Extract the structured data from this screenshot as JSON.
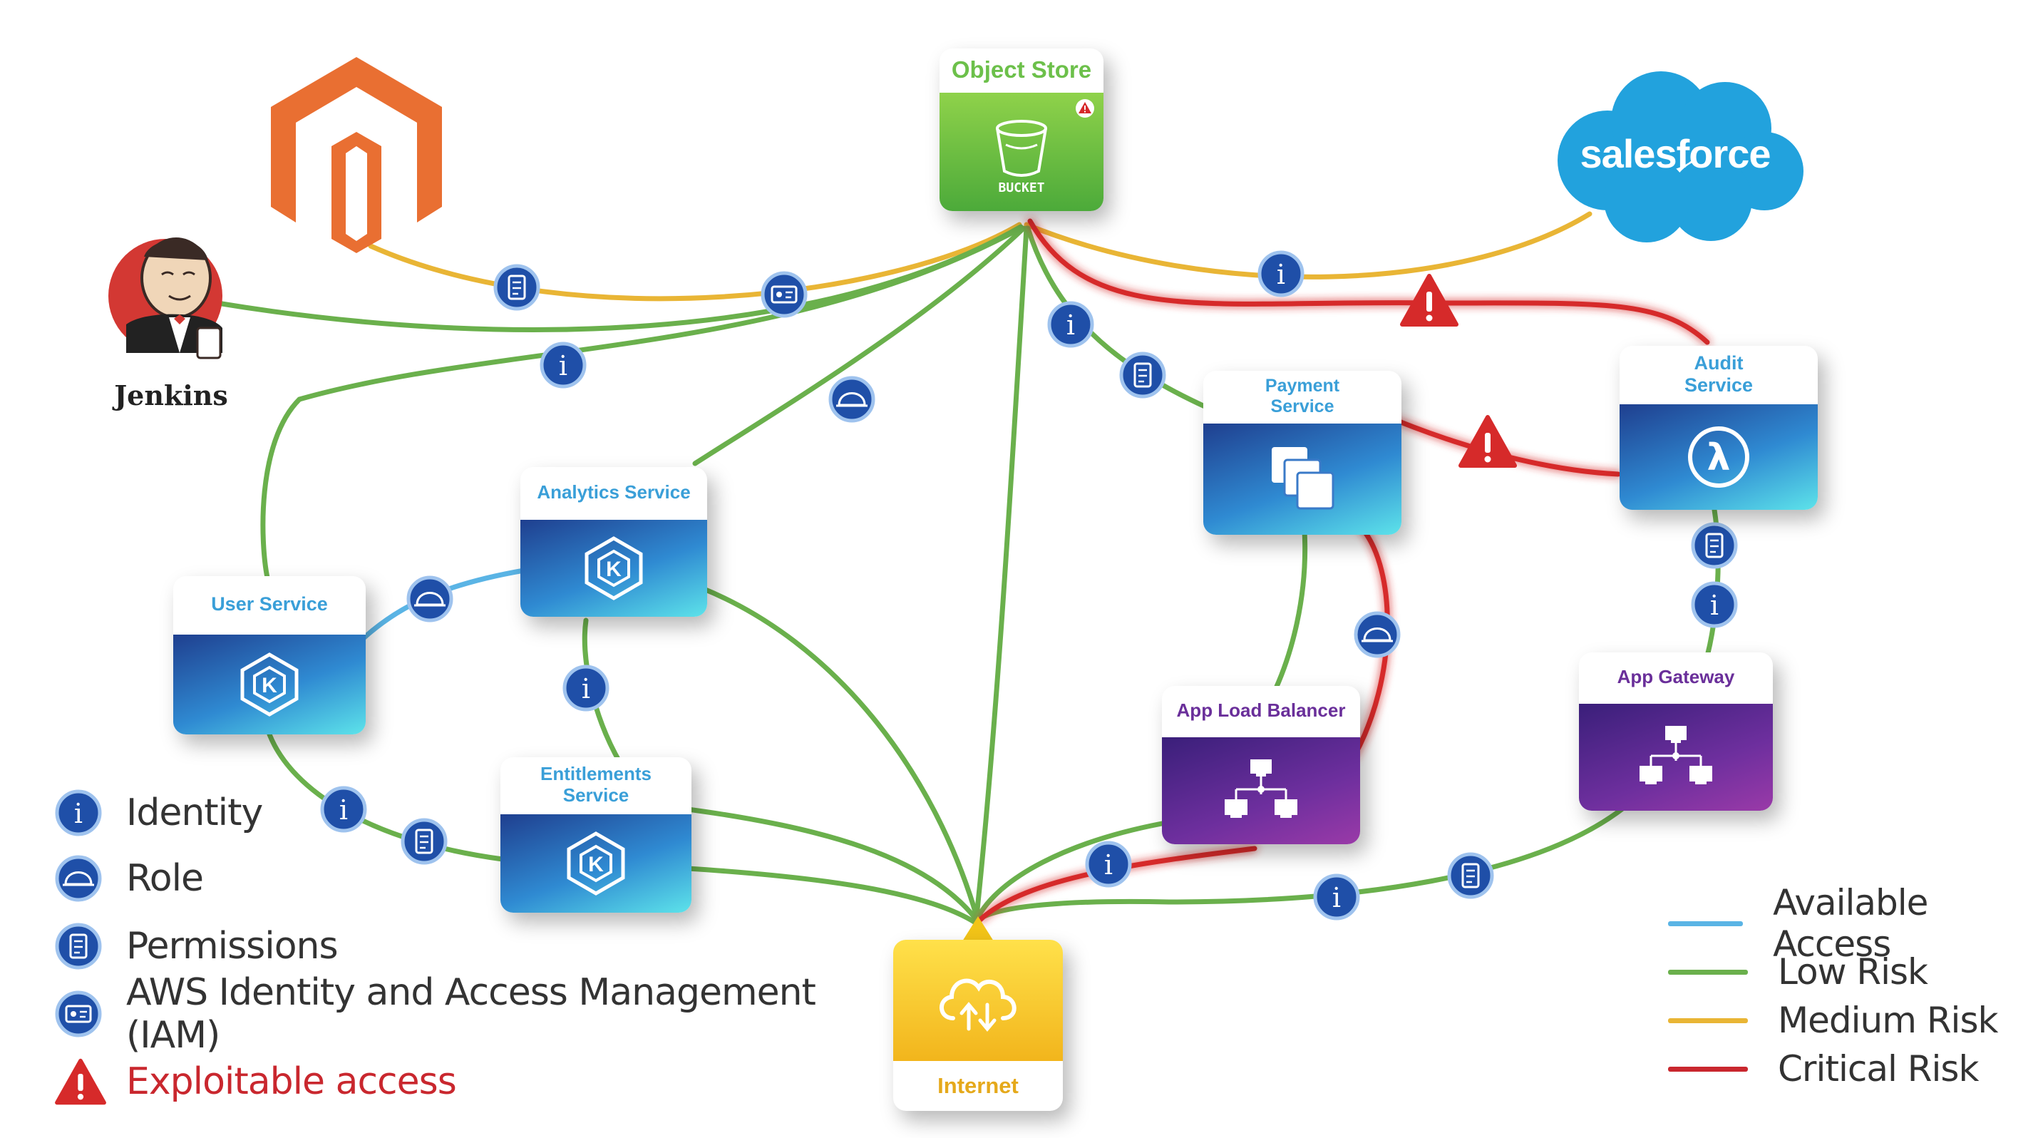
{
  "nodes": {
    "object_store": {
      "label": "Object Store",
      "sub_label": "BUCKET"
    },
    "salesforce": {
      "label": "salesforce"
    },
    "jenkins": {
      "label": "Jenkins"
    },
    "payment_service": {
      "label": "Payment\nService"
    },
    "audit_service": {
      "label": "Audit\nService"
    },
    "analytics_service": {
      "label": "Analytics Service"
    },
    "user_service": {
      "label": "User Service"
    },
    "entitlements_service": {
      "label": "Entitlements\nService"
    },
    "app_load_balancer": {
      "label": "App Load Balancer"
    },
    "app_gateway": {
      "label": "App Gateway"
    },
    "internet": {
      "label": "Internet"
    }
  },
  "legend": {
    "icons": [
      {
        "icon": "identity-icon",
        "label": "Identity"
      },
      {
        "icon": "role-icon",
        "label": "Role"
      },
      {
        "icon": "permissions-icon",
        "label": "Permissions"
      },
      {
        "icon": "iam-icon",
        "label": "AWS Identity and Access Management (IAM)"
      },
      {
        "icon": "warning-icon",
        "label": "Exploitable access"
      }
    ],
    "lines": [
      {
        "label": "Available Access",
        "color": "#5ab4e5"
      },
      {
        "label": "Low Risk",
        "color": "#6ab04c"
      },
      {
        "label": "Medium Risk",
        "color": "#e9b535"
      },
      {
        "label": "Critical Risk",
        "color": "#c9272e"
      }
    ]
  },
  "colors": {
    "available": "#5ab4e5",
    "low": "#6ab04c",
    "medium": "#e9b535",
    "critical": "#d62a2a",
    "badge": "#1f4fa8",
    "magento": "#e96f32",
    "salesforce": "#22a2dd"
  },
  "edges": [
    {
      "from": "magento",
      "to": "object_store",
      "risk": "medium",
      "markers": [
        "permissions-icon",
        "iam-icon"
      ]
    },
    {
      "from": "jenkins",
      "to": "object_store",
      "risk": "low",
      "markers": []
    },
    {
      "from": "object_store",
      "to": "salesforce",
      "risk": "medium",
      "markers": [
        "identity-icon"
      ]
    },
    {
      "from": "object_store",
      "to": "audit_service",
      "risk": "critical",
      "markers": [
        "warning-icon"
      ]
    },
    {
      "from": "object_store",
      "to": "payment_service",
      "risk": "low",
      "markers": [
        "identity-icon",
        "permissions-icon"
      ]
    },
    {
      "from": "object_store",
      "to": "user_service",
      "risk": "low",
      "markers": [
        "identity-icon"
      ]
    },
    {
      "from": "object_store",
      "to": "analytics_service",
      "risk": "low",
      "markers": [
        "role-icon"
      ]
    },
    {
      "from": "object_store",
      "to": "internet",
      "risk": "low",
      "markers": []
    },
    {
      "from": "payment_service",
      "to": "audit_service",
      "risk": "critical",
      "markers": [
        "warning-icon"
      ]
    },
    {
      "from": "payment_service",
      "to": "app_load_balancer",
      "risk": "low",
      "markers": []
    },
    {
      "from": "payment_service",
      "to": "app_load_balancer",
      "risk": "critical",
      "markers": [
        "role-icon"
      ]
    },
    {
      "from": "audit_service",
      "to": "app_gateway",
      "risk": "low",
      "markers": [
        "permissions-icon",
        "identity-icon"
      ]
    },
    {
      "from": "user_service",
      "to": "analytics_service",
      "risk": "available",
      "markers": [
        "role-icon"
      ]
    },
    {
      "from": "analytics_service",
      "to": "entitlements_service",
      "risk": "low",
      "markers": [
        "identity-icon"
      ]
    },
    {
      "from": "analytics_service",
      "to": "internet",
      "risk": "low",
      "markers": []
    },
    {
      "from": "user_service",
      "to": "entitlements_service",
      "risk": "low",
      "markers": [
        "identity-icon",
        "permissions-icon"
      ]
    },
    {
      "from": "entitlements_service",
      "to": "internet",
      "risk": "low",
      "markers": []
    },
    {
      "from": "app_load_balancer",
      "to": "internet",
      "risk": "critical",
      "markers": [
        "identity-icon"
      ]
    },
    {
      "from": "app_load_balancer",
      "to": "internet",
      "risk": "low",
      "markers": []
    },
    {
      "from": "app_gateway",
      "to": "internet",
      "risk": "low",
      "markers": [
        "permissions-icon",
        "identity-icon"
      ]
    }
  ]
}
